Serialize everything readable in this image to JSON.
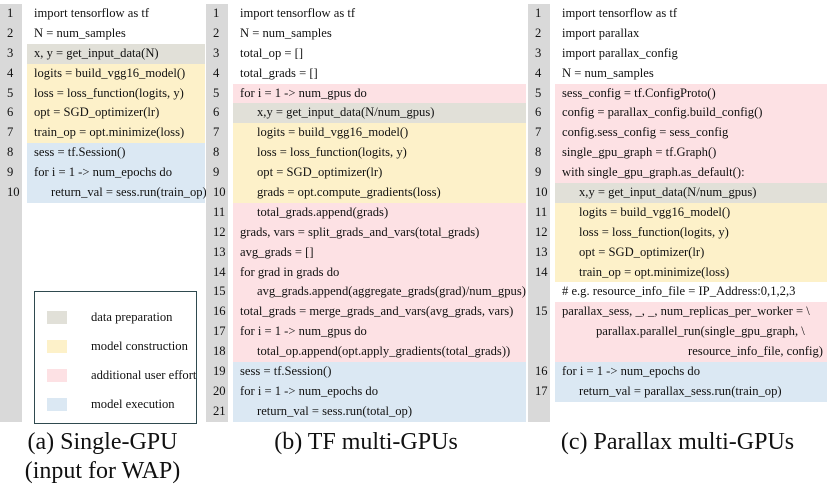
{
  "colors": {
    "data_preparation": "#e1e0d8",
    "model_construction": "#fdf1c9",
    "additional_user_effort": "#fde1e4",
    "model_execution": "#dbe8f3"
  },
  "panels": [
    {
      "id": "single-gpu",
      "caption": [
        "(a) Single-GPU",
        "(input for WAP)"
      ],
      "lines": [
        {
          "n": "1",
          "text": "import tensorflow as tf",
          "cat": "none",
          "indent": 0
        },
        {
          "n": "2",
          "text": "N = num_samples",
          "cat": "none",
          "indent": 0
        },
        {
          "n": "3",
          "text": "x, y = get_input_data(N)",
          "cat": "prep",
          "indent": 0
        },
        {
          "n": "4",
          "text": "logits = build_vgg16_model()",
          "cat": "model",
          "indent": 0
        },
        {
          "n": "5",
          "text": "loss = loss_function(logits, y)",
          "cat": "model",
          "indent": 0
        },
        {
          "n": "6",
          "text": "opt = SGD_optimizer(lr)",
          "cat": "model",
          "indent": 0
        },
        {
          "n": "7",
          "text": "train_op = opt.minimize(loss)",
          "cat": "model",
          "indent": 0
        },
        {
          "n": "8",
          "text": "sess = tf.Session()",
          "cat": "exec",
          "indent": 0
        },
        {
          "n": "9",
          "text": "for i = 1 -> num_epochs do",
          "cat": "exec",
          "indent": 0
        },
        {
          "n": "10",
          "text": "return_val = sess.run(train_op)",
          "cat": "exec",
          "indent": 1
        }
      ]
    },
    {
      "id": "tf-multi-gpus",
      "caption": [
        "(b) TF multi-GPUs"
      ],
      "lines": [
        {
          "n": "1",
          "text": "import tensorflow as tf",
          "cat": "none",
          "indent": 0
        },
        {
          "n": "2",
          "text": "N = num_samples",
          "cat": "none",
          "indent": 0
        },
        {
          "n": "3",
          "text": "total_op = []",
          "cat": "none",
          "indent": 0
        },
        {
          "n": "4",
          "text": "total_grads = []",
          "cat": "none",
          "indent": 0
        },
        {
          "n": "5",
          "text": "for i = 1 -> num_gpus do",
          "cat": "user",
          "indent": 0
        },
        {
          "n": "6",
          "text": "x,y = get_input_data(N/num_gpus)",
          "cat": "prep",
          "indent": 1
        },
        {
          "n": "7",
          "text": "logits = build_vgg16_model()",
          "cat": "model",
          "indent": 1
        },
        {
          "n": "8",
          "text": "loss = loss_function(logits, y)",
          "cat": "model",
          "indent": 1
        },
        {
          "n": "9",
          "text": "opt = SGD_optimizer(lr)",
          "cat": "model",
          "indent": 1
        },
        {
          "n": "10",
          "text": "grads = opt.compute_gradients(loss)",
          "cat": "model",
          "indent": 1
        },
        {
          "n": "11",
          "text": "total_grads.append(grads)",
          "cat": "user",
          "indent": 1
        },
        {
          "n": "12",
          "text": "grads, vars = split_grads_and_vars(total_grads)",
          "cat": "user",
          "indent": 0
        },
        {
          "n": "13",
          "text": "avg_grads = []",
          "cat": "user",
          "indent": 0
        },
        {
          "n": "14",
          "text": "for grad in grads do",
          "cat": "user",
          "indent": 0
        },
        {
          "n": "15",
          "text": "avg_grads.append(aggregate_grads(grad)/num_gpus)",
          "cat": "user",
          "indent": 1
        },
        {
          "n": "16",
          "text": "total_grads = merge_grads_and_vars(avg_grads, vars)",
          "cat": "user",
          "indent": 0
        },
        {
          "n": "17",
          "text": "for i = 1 -> num_gpus do",
          "cat": "user",
          "indent": 0
        },
        {
          "n": "18",
          "text": "total_op.append(opt.apply_gradients(total_grads))",
          "cat": "user",
          "indent": 1
        },
        {
          "n": "19",
          "text": "sess = tf.Session()",
          "cat": "exec",
          "indent": 0
        },
        {
          "n": "20",
          "text": "for i = 1 -> num_epochs do",
          "cat": "exec",
          "indent": 0
        },
        {
          "n": "21",
          "text": "return_val = sess.run(total_op)",
          "cat": "exec",
          "indent": 1
        }
      ]
    },
    {
      "id": "parallax-multi-gpus",
      "caption": [
        "(c) Parallax multi-GPUs"
      ],
      "lines": [
        {
          "n": "1",
          "text": "import tensorflow as tf",
          "cat": "none",
          "indent": 0
        },
        {
          "n": "2",
          "text": "import parallax",
          "cat": "none",
          "indent": 0
        },
        {
          "n": "3",
          "text": "import parallax_config",
          "cat": "none",
          "indent": 0
        },
        {
          "n": "4",
          "text": "N = num_samples",
          "cat": "none",
          "indent": 0
        },
        {
          "n": "5",
          "text": "sess_config = tf.ConfigProto()",
          "cat": "user",
          "indent": 0
        },
        {
          "n": "6",
          "text": "config = parallax_config.build_config()",
          "cat": "user",
          "indent": 0
        },
        {
          "n": "7",
          "text": "config.sess_config = sess_config",
          "cat": "user",
          "indent": 0
        },
        {
          "n": "8",
          "text": "single_gpu_graph = tf.Graph()",
          "cat": "user",
          "indent": 0
        },
        {
          "n": "9",
          "text": "with single_gpu_graph.as_default():",
          "cat": "user",
          "indent": 0
        },
        {
          "n": "10",
          "text": "x,y = get_input_data(N/num_gpus)",
          "cat": "prep",
          "indent": 1
        },
        {
          "n": "11",
          "text": "logits = build_vgg16_model()",
          "cat": "model",
          "indent": 1
        },
        {
          "n": "12",
          "text": "loss = loss_function(logits, y)",
          "cat": "model",
          "indent": 1
        },
        {
          "n": "13",
          "text": "opt = SGD_optimizer(lr)",
          "cat": "model",
          "indent": 1
        },
        {
          "n": "14",
          "text": "train_op = opt.minimize(loss)",
          "cat": "model",
          "indent": 1
        },
        {
          "n": "",
          "text": "# e.g. resource_info_file = IP_Address:0,1,2,3",
          "cat": "none",
          "indent": 0
        },
        {
          "n": "15",
          "text": "parallax_sess, _, _, num_replicas_per_worker = \\",
          "cat": "user",
          "indent": 0
        },
        {
          "n": "",
          "text": "parallax.parallel_run(single_gpu_graph, \\",
          "cat": "user",
          "indent": 2
        },
        {
          "n": "",
          "text": "resource_info_file, config)",
          "cat": "user",
          "indent": 0,
          "align": "right"
        },
        {
          "n": "16",
          "text": "for i = 1 -> num_epochs do",
          "cat": "exec",
          "indent": 0
        },
        {
          "n": "17",
          "text": "return_val = parallax_sess.run(train_op)",
          "cat": "exec",
          "indent": 1
        }
      ]
    }
  ],
  "legend": [
    {
      "label": "data preparation",
      "cat": "prep"
    },
    {
      "label": "model construction",
      "cat": "model"
    },
    {
      "label": "additional user effort",
      "cat": "user"
    },
    {
      "label": "model execution",
      "cat": "exec"
    }
  ]
}
